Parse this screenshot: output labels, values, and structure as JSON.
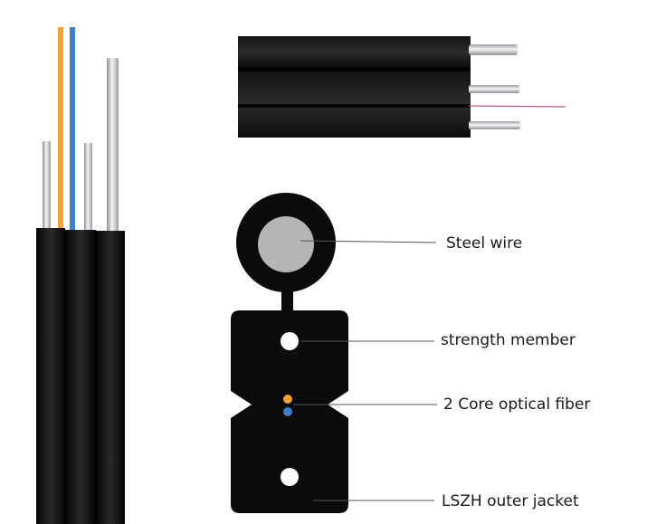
{
  "labels": {
    "steel_wire": "Steel wire",
    "strength_member": "strength member",
    "optical_fiber": "2 Core optical fiber",
    "outer_jacket": "LSZH outer jacket"
  },
  "colors": {
    "jacket": "#0b0b0b",
    "steel_core": "#b5b5b5",
    "fiber_orange": "#f2a33a",
    "fiber_blue": "#3f7fc8",
    "metal": "#d6d8da",
    "leader_line": "#555555"
  }
}
